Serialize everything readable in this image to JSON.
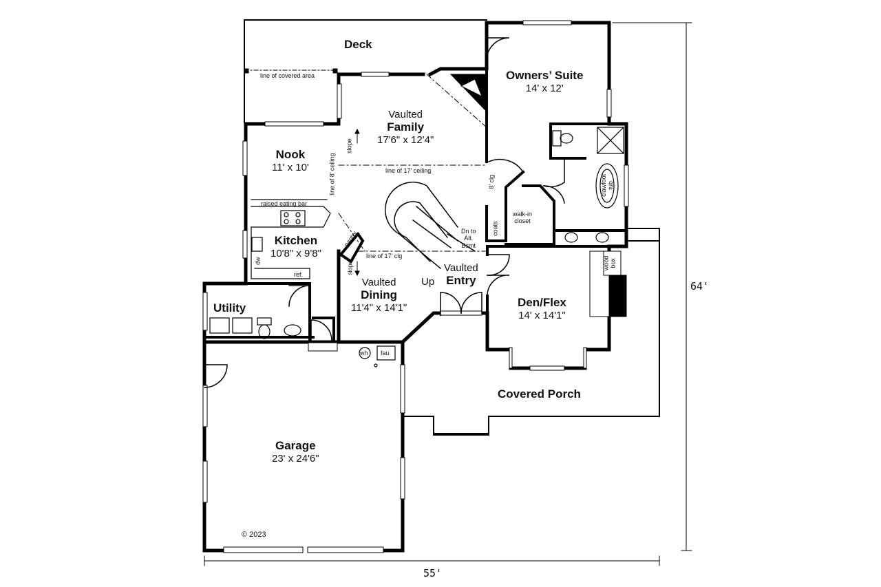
{
  "rooms": {
    "deck": {
      "name": "Deck"
    },
    "owners_suite": {
      "name": "Owners’ Suite",
      "size": "14' x 12'"
    },
    "family": {
      "prefix": "Vaulted",
      "name": "Family",
      "size": "17'6\" x 12'4\""
    },
    "nook": {
      "name": "Nook",
      "size": "11' x 10'"
    },
    "kitchen": {
      "name": "Kitchen",
      "size": "10'8\" x 9'8\""
    },
    "dining": {
      "prefix": "Vaulted",
      "name": "Dining",
      "size": "11'4\" x 14'1\""
    },
    "entry": {
      "prefix": "Vaulted",
      "name": "Entry"
    },
    "den": {
      "name": "Den/Flex",
      "size": "14' x 14'1\""
    },
    "utility": {
      "name": "Utility"
    },
    "garage": {
      "name": "Garage",
      "size": "23' x 24'6\""
    },
    "porch": {
      "name": "Covered Porch"
    }
  },
  "notes": {
    "covered_area": "line of covered area",
    "ceiling_17": "line of 17' ceiling",
    "ceiling_8": "line of 8' ceiling",
    "clg_17": "line of 17' clg",
    "clg_8": "8' clg",
    "slope": "slope",
    "raised_bar": "raised eating bar",
    "pantry": "pantry",
    "dw": "dw",
    "ref": "ref.",
    "dn_to_1": "Dn to",
    "dn_to_2": "Alt.",
    "dn_to_3": "Bsmt",
    "up": "Up",
    "coats": "coats",
    "walkin_1": "walk-in",
    "walkin_2": "closet",
    "clawfoot_1": "clawfoot",
    "clawfoot_2": "tub",
    "wood_1": "wood",
    "wood_2": "box",
    "wh": "wh",
    "fau": "fau",
    "copyright": "© 2023"
  },
  "dimensions": {
    "width": "55'",
    "depth": "64'"
  }
}
